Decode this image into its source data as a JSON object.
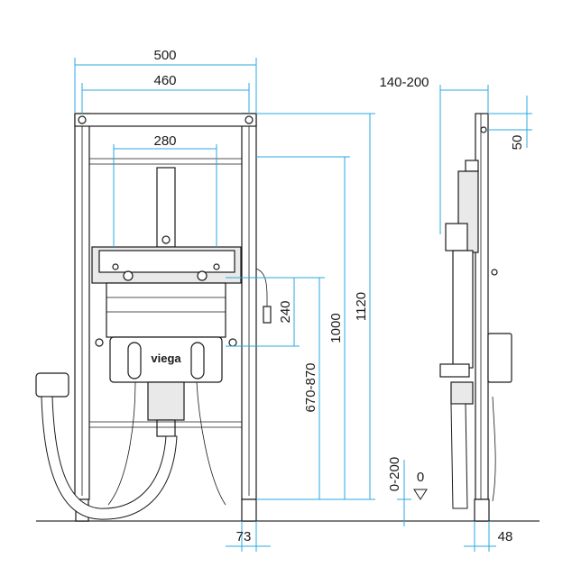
{
  "brand": {
    "logo_text": "viega"
  },
  "dimensions": {
    "width_outer": "500",
    "width_inner": "460",
    "width_fixing": "280",
    "height_total": "1120",
    "height_fixing": "1000",
    "height_adjust": "670-870",
    "height_holes": "240",
    "foot_width": "73",
    "depth": "140-200",
    "top_offset": "50",
    "floor_adjust": "0-200",
    "floor_level": "0",
    "foot_depth": "48"
  },
  "colors": {
    "dimension": "#29a9e0",
    "outline": "#1a1a1a",
    "floor": "#555555"
  }
}
